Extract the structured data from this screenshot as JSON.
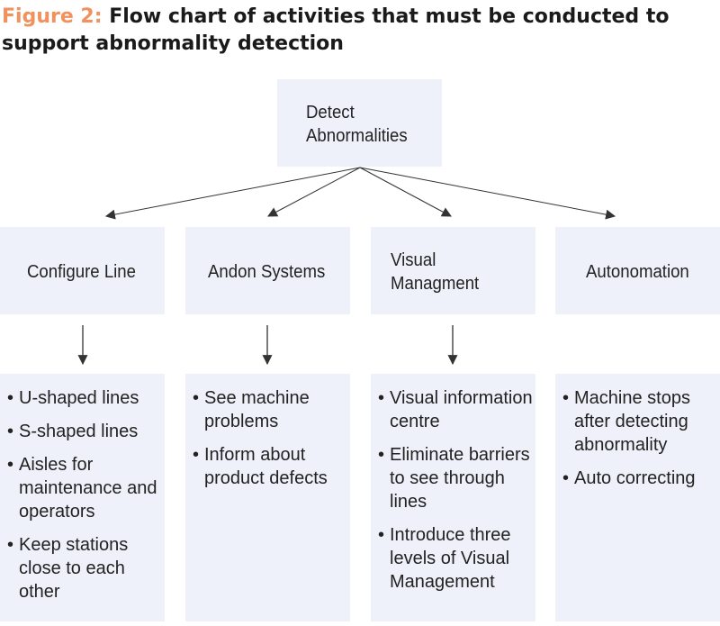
{
  "figure": {
    "label": "Figure 2:",
    "title": "Flow chart of activities that must be conducted to support abnormality detection",
    "label_color": "#f0925e"
  },
  "root": {
    "line1": "Detect",
    "line2": "Abnormalities"
  },
  "categories": [
    {
      "label": "Configure Line",
      "bullets": [
        "U-shaped lines",
        "S-shaped lines",
        "Aisles for maintenance and operators",
        "Keep stations close to each other"
      ]
    },
    {
      "label": "Andon Systems",
      "bullets": [
        "See machine problems",
        "Inform about product defects"
      ]
    },
    {
      "label": "Visual Managment",
      "bullets": [
        "Visual information centre",
        "Eliminate barriers to see through lines",
        "Introduce  three levels of Visual Management"
      ]
    },
    {
      "label": "Autonomation",
      "bullets": [
        "Machine stops after detecting abnormality",
        "Auto correcting"
      ]
    }
  ],
  "colors": {
    "box_fill": "#eef1fa",
    "arrow": "#333333"
  }
}
